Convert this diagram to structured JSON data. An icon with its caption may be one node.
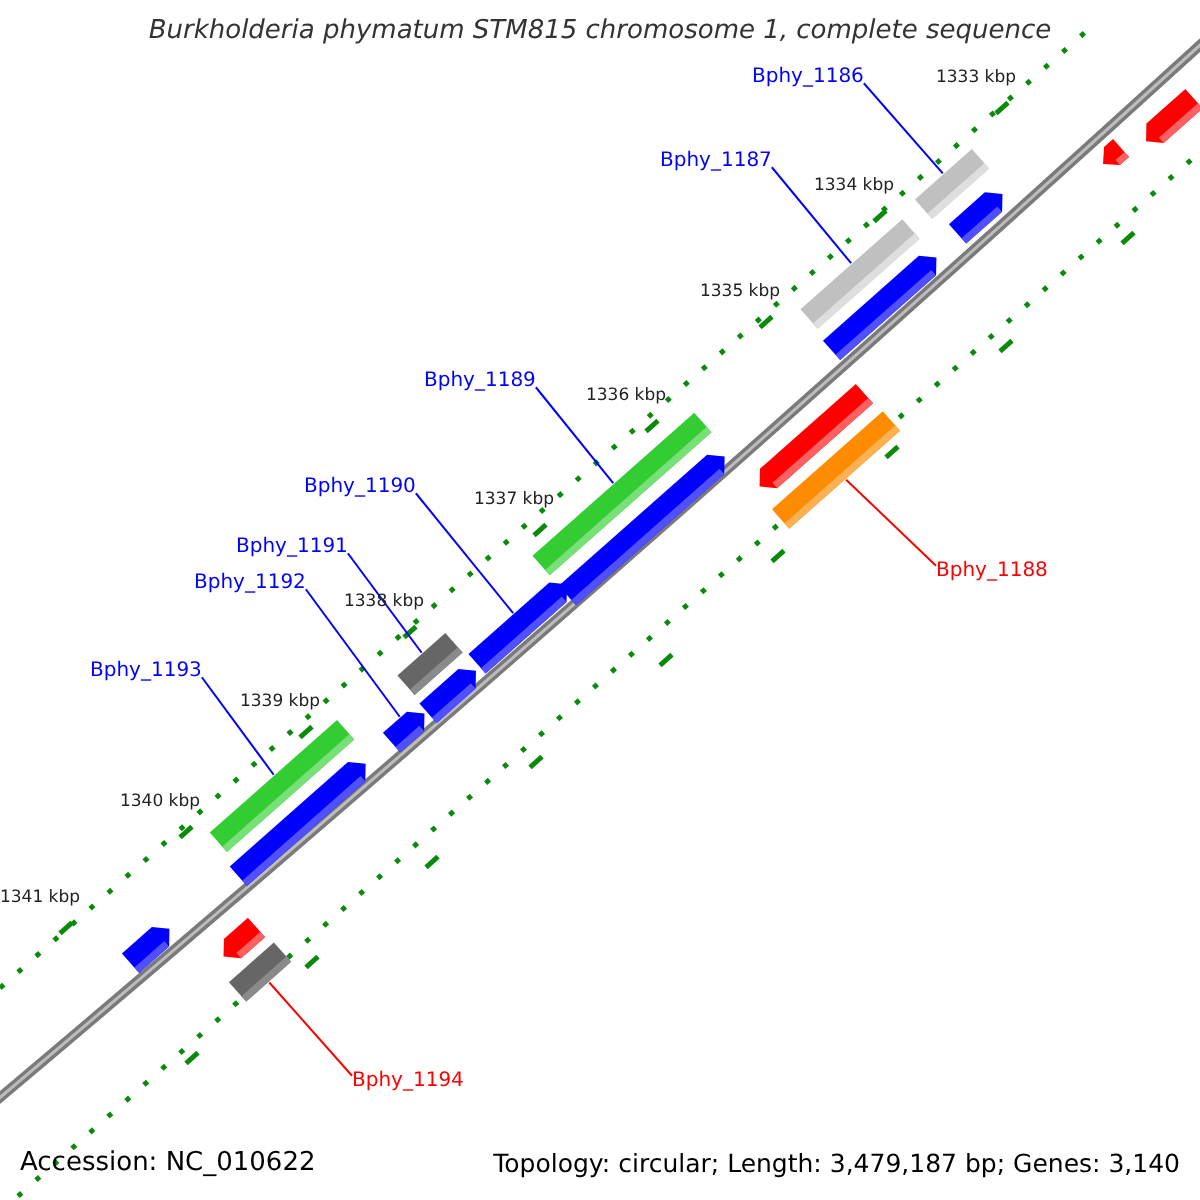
{
  "diagram": {
    "title": "Burkholderia phymatum STM815 chromosome 1, complete sequence",
    "nodes": [
      {
        "text": [
          "Bphy_1186"
        ]
      },
      {
        "text": [],
        "shape": "bar"
      },
      {
        "text": [
          "Bphy_1187"
        ]
      },
      {
        "text": [],
        "shape": "bar"
      },
      {
        "text": [
          "Bphy_1189"
        ]
      },
      {
        "text": [],
        "shape": "bar"
      },
      {
        "text": [
          "Bphy_1190"
        ]
      },
      {
        "text": [],
        "shape": "bar"
      },
      {
        "text": [
          "Bphy_1191"
        ]
      },
      {
        "text": [],
        "shape": "bar"
      },
      {
        "text": [
          "Bphy_1188"
        ]
      },
      {
        "text": [],
        "shape": "bar"
      },
      {
        "text": [
          "Bphy_1192"
        ]
      },
      {
        "text": [],
        "shape": "bar"
      },
      {
        "text": [
          "Bphy_1193"
        ]
      },
      {
        "text": [],
        "shape": "bar"
      },
      {
        "text": [
          "Bphy_1194"
        ]
      },
      {
        "text": [],
        "shape": "bar"
      },
      {
        "text": [],
        "shape": "bar"
      },
      {
        "text": [],
        "shape": "bar"
      },
      {
        "text": [],
        "shape": "bar"
      },
      {
        "text": [],
        "shape": "bar"
      },
      {
        "text": [],
        "shape": "bar"
      },
      {
        "text": [],
        "shape": "bar"
      },
      {
        "text": [],
        "shape": "bar"
      },
      {
        "text": [],
        "shape": "bar"
      },
      {
        "text": [],
        "shape": "bar"
      },
      {
        "text": [],
        "shape": "bar"
      }
    ],
    "edges": [
      {
        "from": 0,
        "to": 1,
        "arrow": "none"
      },
      {
        "from": 2,
        "to": 3,
        "arrow": "none"
      },
      {
        "from": 4,
        "to": 5,
        "arrow": "none"
      },
      {
        "from": 6,
        "to": 7,
        "arrow": "none"
      },
      {
        "from": 8,
        "to": 9,
        "arrow": "none"
      },
      {
        "from": 10,
        "to": 11,
        "arrow": "none",
        "color": "#ff0000"
      },
      {
        "from": 12,
        "to": 13,
        "arrow": "none"
      },
      {
        "from": 14,
        "to": 15,
        "arrow": "none"
      },
      {
        "from": 16,
        "to": 17,
        "arrow": "none",
        "color": "#ff0000"
      }
    ],
    "labels": [
      "1333 kbp",
      "1334 kbp",
      "1335 kbp",
      "1336 kbp",
      "1337 kbp",
      "1338 kbp",
      "1339 kbp",
      "1340 kbp",
      "1341 kbp",
      "Accession: NC_010622",
      "Topology: circular; Length: 3,479,187 bp; Genes: 3,140"
    ]
  }
}
